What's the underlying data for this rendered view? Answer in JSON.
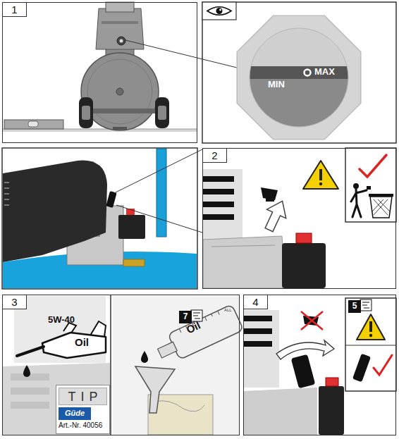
{
  "diagram": {
    "nodes": [
      {
        "text": [
          "1"
        ]
      },
      {
        "text": [
          "2"
        ]
      },
      {
        "text": [
          "3"
        ]
      },
      {
        "text": [
          "TIP",
          "Art.-Nr. 40056"
        ],
        "in": 2
      },
      {
        "text": [
          "Güde"
        ],
        "in": 3
      },
      {
        "text": [
          "7"
        ],
        "in": 2
      },
      {
        "text": [
          "4"
        ]
      },
      {
        "text": [
          "5"
        ],
        "in": 6
      }
    ],
    "labels": [
      "MAX",
      "MIN",
      "5W-40",
      "Oil",
      "Oil",
      "ALL"
    ]
  }
}
